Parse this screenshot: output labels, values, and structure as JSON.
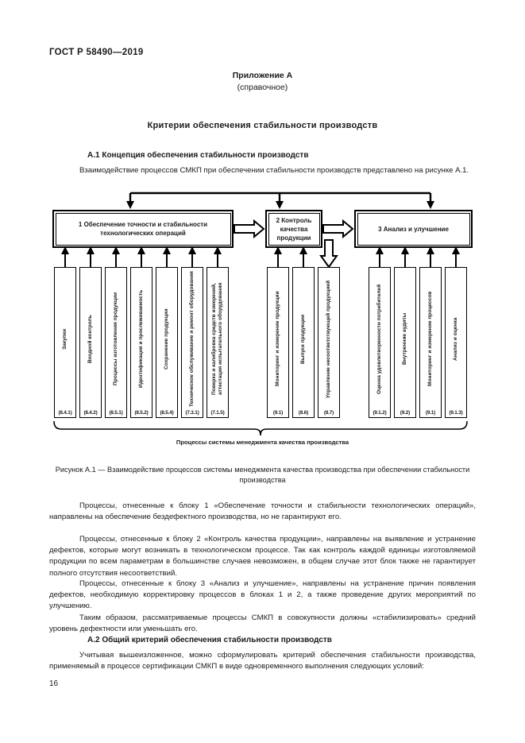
{
  "document": {
    "standard_number": "ГОСТ Р 58490—2019",
    "page_number": "16",
    "annex_label": "Приложение А",
    "annex_kind": "(справочное)",
    "annex_title": "Критерии обеспечения стабильности производств",
    "section_a1_heading": "А.1  Концепция обеспечения стабильности производств",
    "intro_paragraph": "Взаимодействие процессов СМКП при обеспечении стабильности производств представлено на рисунке А.1.",
    "section_a2_heading": "А.2  Общий критерий обеспечения стабильности производств"
  },
  "figure": {
    "caption": "Рисунок А.1 — Взаимодействие процессов системы менеджмента качества производства при обеспечении стабильности производства",
    "band_caption": "Процессы системы менеджмента качества производства",
    "main_blocks": [
      {
        "id": "block-1",
        "label": "1 Обеспечение точности и стабильности технологических операций"
      },
      {
        "id": "block-2",
        "label": "2 Контроль качества продукции"
      },
      {
        "id": "block-3",
        "label": "3 Анализ и улучшение"
      }
    ],
    "group1": [
      {
        "label": "Закупки",
        "code": "(8.4.1)"
      },
      {
        "label": "Входной контроль",
        "code": "(8.4.2)"
      },
      {
        "label": "Процессы изготовления продукции",
        "code": "(8.5.1)"
      },
      {
        "label": "Идентификация и прослеживаемость",
        "code": "(8.5.2)"
      },
      {
        "label": "Сохранение продукции",
        "code": "(8.5.4)"
      },
      {
        "label": "Техническое обслуживание и ремонт оборудования",
        "code": "(7.3.1)"
      },
      {
        "label": "Поверка и калибровка средств измерений, аттестация испытательного оборудования",
        "code": "(7.1.5)"
      }
    ],
    "group2": [
      {
        "label": "Мониторинг и измерение продукции",
        "code": "(9.1)"
      },
      {
        "label": "Выпуск продукции",
        "code": "(8.6)"
      },
      {
        "label": "Управление несоответствующей продукцией",
        "code": "(8.7)"
      }
    ],
    "group3": [
      {
        "label": "Оценка удовлетворенности потребителей",
        "code": "(9.1.2)"
      },
      {
        "label": "Внутренние аудиты",
        "code": "(9.2)"
      },
      {
        "label": "Мониторинг и измерение процессов",
        "code": "(9.1)"
      },
      {
        "label": "Анализ и оценка",
        "code": "(9.1.3)"
      }
    ]
  },
  "body": {
    "paragraph_1": "Процессы, отнесенные к блоку 1 «Обеспечение точности и стабильности технологических операций», направлены на обеспечение бездефектного производства, но не гарантируют его.",
    "paragraph_2": "Процессы, отнесенные к блоку 2 «Контроль качества продукции», направлены на выявление и устранение дефектов, которые могут возникать в технологическом процессе. Так как контроль каждой единицы изготовляемой продукции по всем параметрам в большинстве случаев невозможен, в общем случае этот блок также не гарантирует полного отсутствия несоответствий.",
    "paragraph_3": "Процессы, отнесенные к блоку 3 «Анализ и улучшение», направлены на устранение причин появления дефектов, необходимую корректировку процессов в блоках 1 и 2, а также проведение других мероприятий по улучшению.",
    "paragraph_4": "Таким образом, рассматриваемые процессы СМКП в совокупности должны «стабилизировать» средний уровень дефектности или уменьшать его.",
    "paragraph_5": "Учитывая вышеизложенное, можно сформулировать критерий обеспечения стабильности производства, применяемый в процессе сертификации СМКП в виде одновременного выполнения следующих условий:"
  }
}
